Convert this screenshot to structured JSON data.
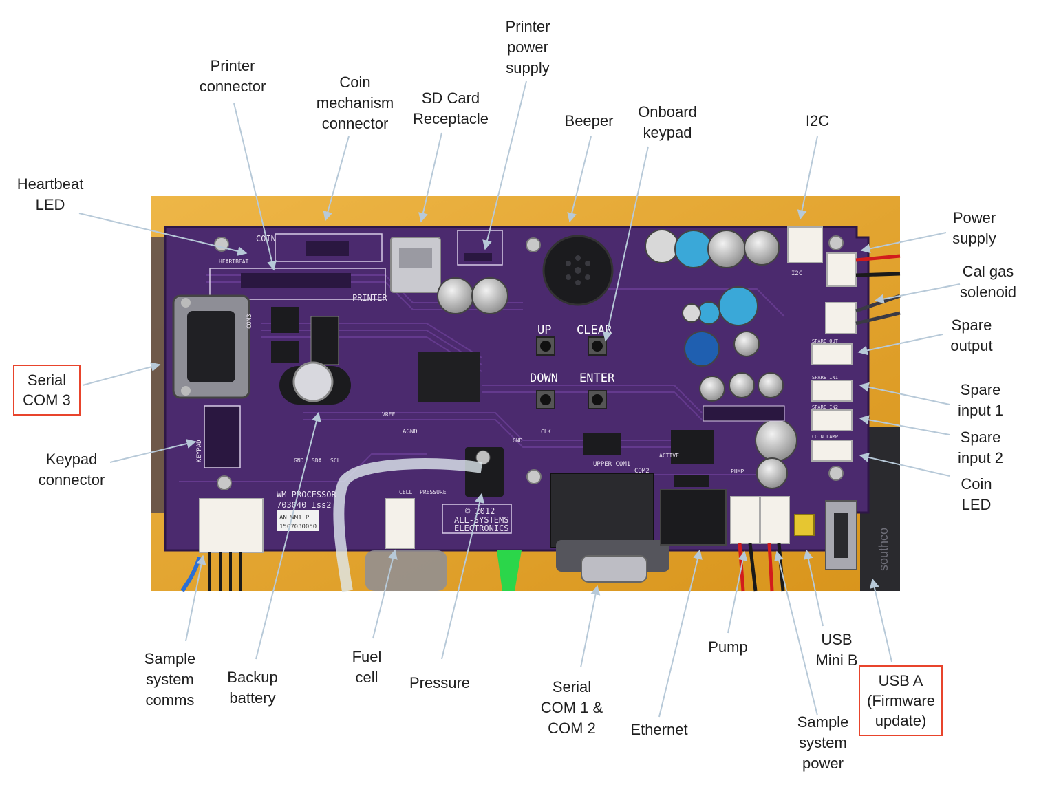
{
  "callouts": {
    "heartbeat_led": "Heartbeat\nLED",
    "printer_connector": "Printer\nconnector",
    "coin_mechanism_connector": "Coin\nmechanism\nconnector",
    "sd_card_receptacle": "SD Card\nReceptacle",
    "printer_power_supply": "Printer\npower\nsupply",
    "beeper": "Beeper",
    "onboard_keypad": "Onboard\nkeypad",
    "i2c": "I2C",
    "power_supply": "Power\nsupply",
    "cal_gas_solenoid": "Cal gas\nsolenoid",
    "spare_output": "Spare\noutput",
    "spare_input_1": "Spare\ninput 1",
    "spare_input_2": "Spare\ninput 2",
    "coin_led": "Coin\nLED",
    "serial_com3": "Serial\nCOM 3",
    "keypad_connector": "Keypad\nconnector",
    "sample_system_comms": "Sample\nsystem\ncomms",
    "backup_battery": "Backup\nbattery",
    "fuel_cell": "Fuel\ncell",
    "pressure": "Pressure",
    "serial_com1_com2": "Serial\nCOM 1 &\nCOM 2",
    "ethernet": "Ethernet",
    "pump": "Pump",
    "usb_mini_b": "USB\nMini B",
    "sample_system_power": "Sample\nsystem\npower",
    "usb_a_firmware": "USB A\n(Firmware\nupdate)"
  },
  "board": {
    "silkscreen": {
      "coin": "COIN",
      "printer": "PRINTER",
      "heartbeat": "HEARTBEAT",
      "up": "UP",
      "clear": "CLEAR",
      "down": "DOWN",
      "enter": "ENTER",
      "processor_line1": "WM PROCESSOR",
      "processor_line2": "703040 Iss2",
      "label_sticker_1": "AN WM1 P",
      "label_sticker_2": "1507030050",
      "copyright_line1": "© 2012",
      "copyright_line2": "ALL-SYSTEMS",
      "copyright_line3": "ELECTRONICS",
      "upper_com": "UPPER COM1",
      "com2": "COM2",
      "i2c": "I2C",
      "keypad": "KEYPAD",
      "com3": "COM3",
      "agnd": "AGND",
      "gnd": "GND",
      "sda": "SDA",
      "scl": "SCL",
      "cell": "CELL",
      "pressure": "PRESSURE",
      "vref": "VREF",
      "clk": "CLK",
      "pump": "PUMP",
      "active": "ACTIVE",
      "spare_out": "SPARE OUT",
      "spare_in1": "SPARE IN1",
      "spare_in2": "SPARE IN2",
      "coin_lamp": "COIN LAMP",
      "southco": "southco"
    },
    "colors": {
      "background_yellow": "#e8a21f",
      "pcb_purple": "#4b2a6e",
      "callout_box_red": "#e8442c",
      "leader_line": "#b7c9d8"
    }
  }
}
